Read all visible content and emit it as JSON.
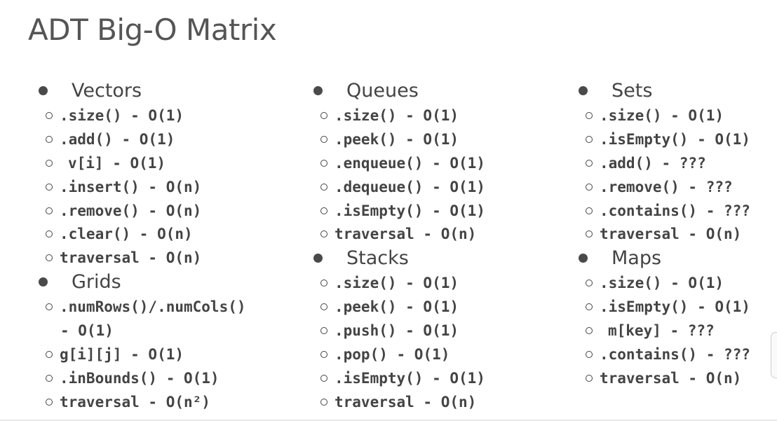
{
  "title": "ADT Big-O Matrix",
  "columns": [
    {
      "sections": [
        {
          "heading": "Vectors",
          "items": [
            ".size() - O(1)",
            ".add() - O(1)",
            "v[i] - O(1)",
            ".insert() - O(n)",
            ".remove() - O(n)",
            ".clear() - O(n)",
            "traversal - O(n)"
          ]
        },
        {
          "heading": "Grids",
          "items": [
            ".numRows()/.numCols()",
            "- O(1)",
            "g[i][j] - O(1)",
            ".inBounds() - O(1)",
            "traversal - O(n²)"
          ]
        }
      ]
    },
    {
      "sections": [
        {
          "heading": "Queues",
          "items": [
            ".size() - O(1)",
            ".peek() - O(1)",
            ".enqueue() - O(1)",
            ".dequeue() - O(1)",
            ".isEmpty() - O(1)",
            "traversal - O(n)"
          ]
        },
        {
          "heading": "Stacks",
          "items": [
            ".size() - O(1)",
            ".peek() - O(1)",
            ".push() - O(1)",
            ".pop() - O(1)",
            ".isEmpty() - O(1)",
            "traversal - O(n)"
          ]
        }
      ]
    },
    {
      "sections": [
        {
          "heading": "Sets",
          "items": [
            ".size() - O(1)",
            ".isEmpty() - O(1)",
            ".add() - ???",
            ".remove() - ???",
            ".contains() - ???",
            "traversal - O(n)"
          ]
        },
        {
          "heading": "Maps",
          "items": [
            ".size() - O(1)",
            ".isEmpty() - O(1)",
            "m[key] - ???",
            ".contains() - ???",
            "traversal - O(n)"
          ]
        }
      ]
    }
  ]
}
